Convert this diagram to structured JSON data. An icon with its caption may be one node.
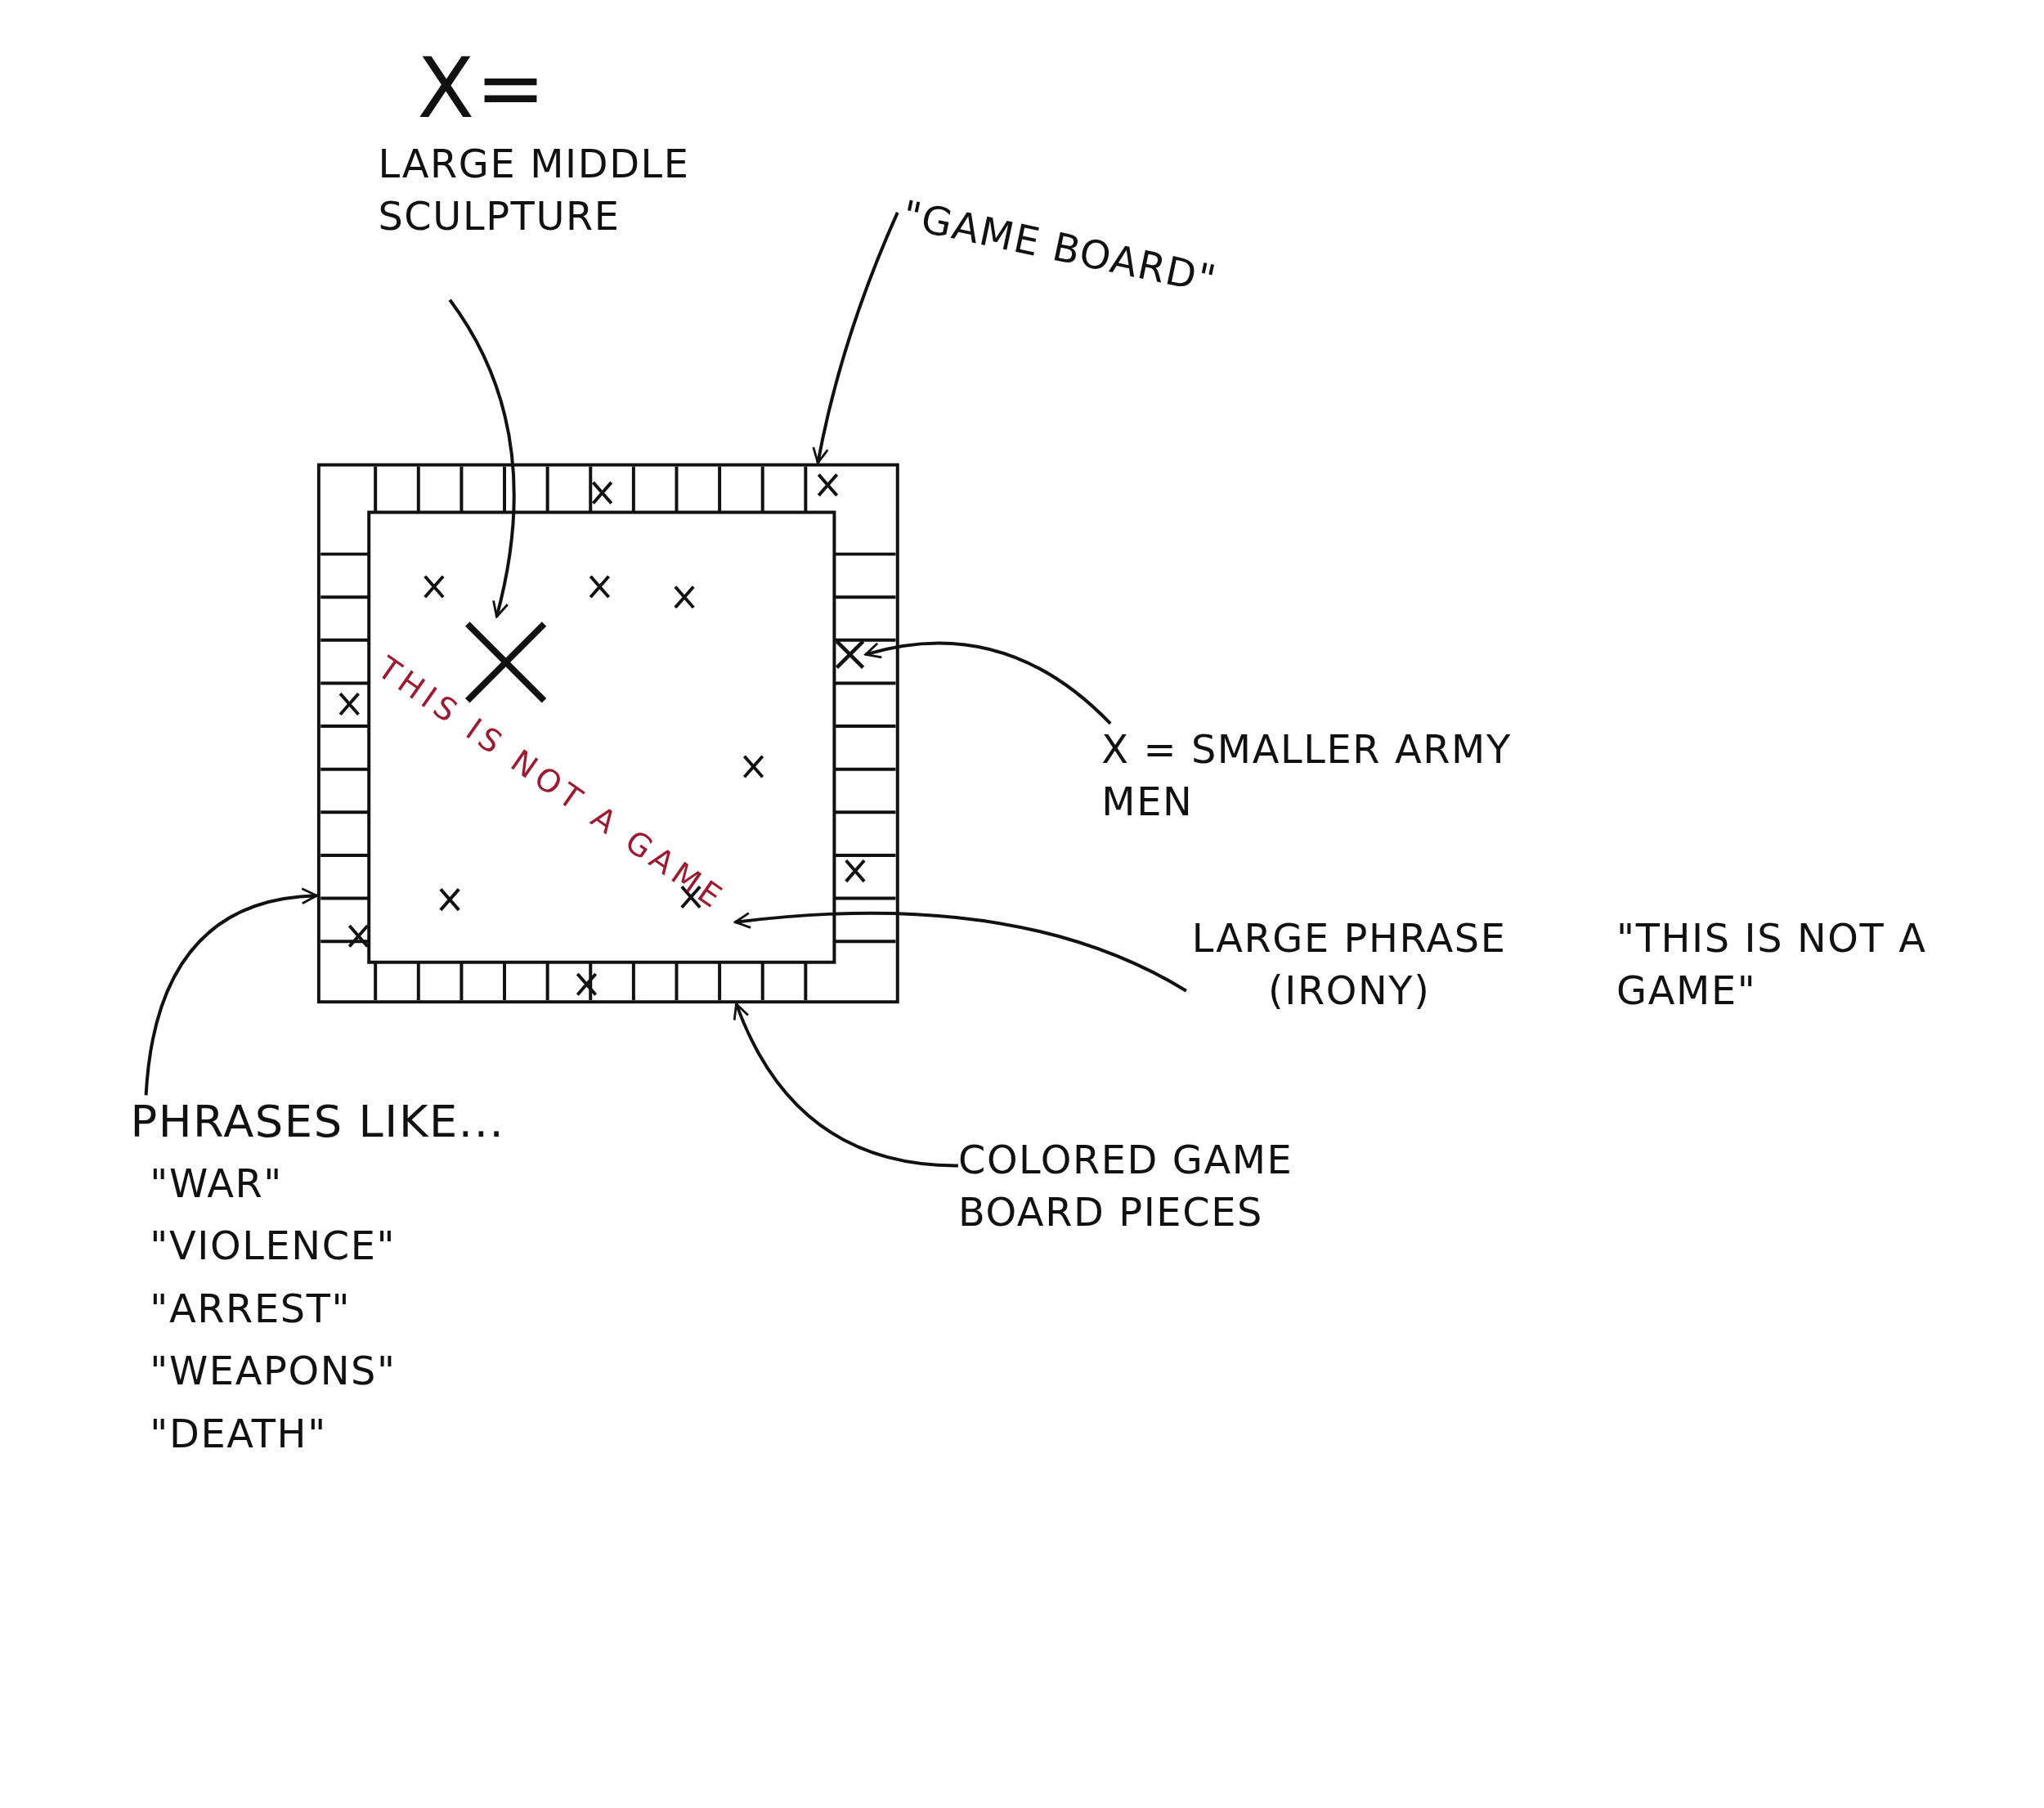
{
  "diagram": {
    "nodes": [
      {
        "text": [
          "X=",
          "LARGE MIDDLE SCULPTURE"
        ]
      },
      {
        "text": [
          "\"GAME BOARD\""
        ]
      },
      {
        "text": [],
        "shape": "box"
      },
      {
        "text": [
          "THIS IS NOT A GAME"
        ],
        "in": 2
      },
      {
        "text": [],
        "shape": "cross",
        "in": 2
      },
      {
        "text": [],
        "shape": "cross",
        "in": 2
      },
      {
        "text": [
          "X = SMALLER ARMY MEN"
        ]
      },
      {
        "text": [
          "LARGE PHRASE (IRONY)",
          "\"THIS IS NOT A GAME\""
        ]
      },
      {
        "text": [
          "COLORED GAME BOARD PIECES"
        ]
      },
      {
        "text": [
          "PHRASES LIKE...",
          "\"WAR\"",
          "\"VIOLENCE\"",
          "\"ARREST\"",
          "\"WEAPONS\"",
          "\"DEATH\""
        ]
      }
    ],
    "edges": [
      {
        "from": 0,
        "to": 4,
        "arrow": "to"
      },
      {
        "from": 1,
        "to": 2,
        "arrow": "to"
      },
      {
        "from": 6,
        "to": 5,
        "arrow": "to"
      },
      {
        "from": 7,
        "to": 3,
        "arrow": "to"
      },
      {
        "from": 8,
        "to": 2,
        "arrow": "to"
      },
      {
        "from": 9,
        "to": 2,
        "arrow": "to"
      }
    ]
  }
}
